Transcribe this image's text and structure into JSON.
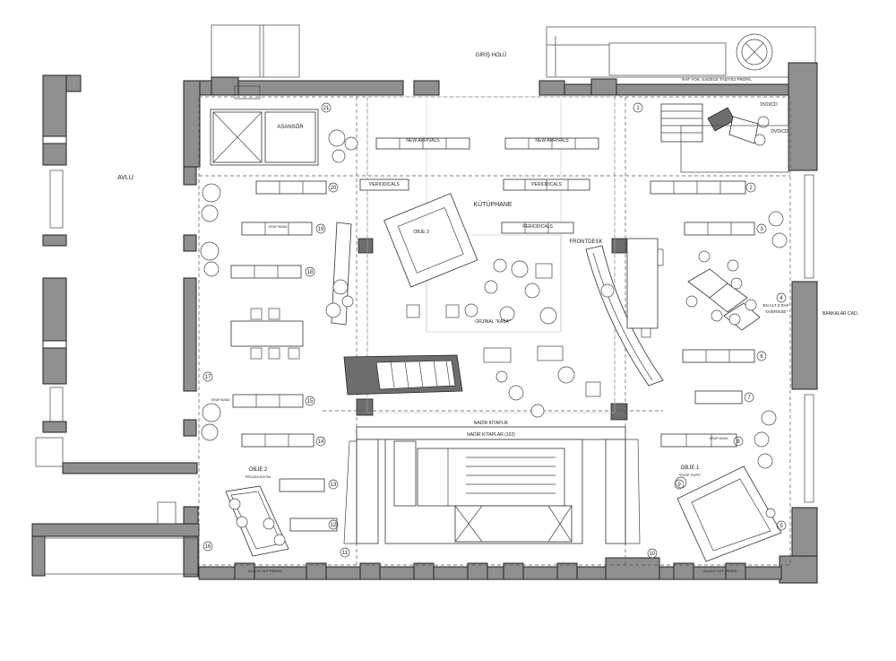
{
  "colors": {
    "wall_fill": "#8f8f8f",
    "line": "#333333",
    "background": "#ffffff"
  },
  "labels": {
    "giris_holu": "GİRİŞ HOLÜ",
    "avlu": "AVLU",
    "asansor": "ASANSÖR",
    "kutuphane": "KÜTÜPHANE",
    "new_arrivals": "NEW ARRIVALS",
    "periodicals": "PERIODICALS",
    "frontdesk": "FRONTDESK",
    "orjinal_kasa": "ORJİNAL \"KASA\"",
    "obje3": "OBJE 3",
    "obje2": "OBJE 2",
    "projeksiyon": "PROJEKSİYON",
    "obje1": "OBJE 1",
    "poof_puff": "\"POOF PUFF\"",
    "nadir_kitaplik": "NADİR KİTAPLIK",
    "nadir_kitaplar": "NADİR KİTAPLAR (102)",
    "bankalar_cad": "BANKALAR CAD.",
    "dvd_cd": "DVD/CD",
    "en_alt_raf": "EN ALT 3 RAF",
    "oversize": "\"OVERSIZE\"",
    "raf_yok": "RAF YOK, SADECE TAŞIYICI PROFİL",
    "blackout_perde": "BLACK OUT PERDE",
    "grup_masa": "GRUP MASA"
  },
  "shelf_numbers": [
    "1",
    "2",
    "3",
    "4",
    "5",
    "6",
    "7",
    "8",
    "9",
    "10",
    "11",
    "12",
    "13",
    "14",
    "15",
    "16",
    "17",
    "18",
    "19",
    "20",
    "21"
  ]
}
